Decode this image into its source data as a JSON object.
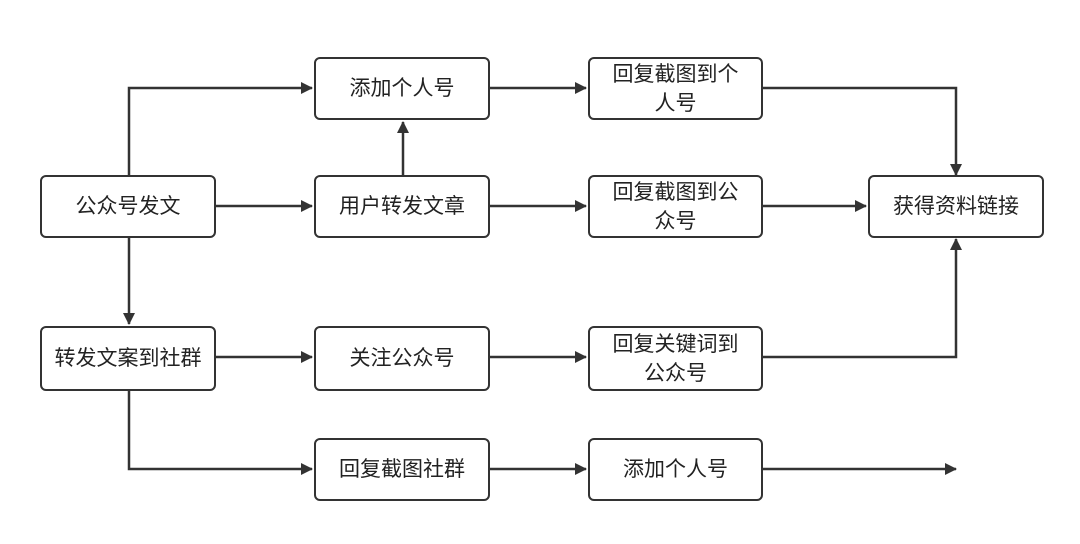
{
  "diagram": {
    "nodes": {
      "gzh_post": "公众号发文",
      "forward_copy": "转发文案到社群",
      "add_personal_top": "添加个人号",
      "user_forward": "用户转发文章",
      "follow_gzh": "关注公众号",
      "reply_screenshot_group": "回复截图社群",
      "reply_screenshot_personal": "回复截图到个人号",
      "reply_screenshot_gzh": "回复截图到公众号",
      "reply_keyword_gzh": "回复关键词到公众号",
      "add_personal_bottom": "添加个人号",
      "get_link": "获得资料链接"
    },
    "colors": {
      "stroke": "#333333",
      "text": "#222222",
      "background": "#ffffff"
    }
  }
}
